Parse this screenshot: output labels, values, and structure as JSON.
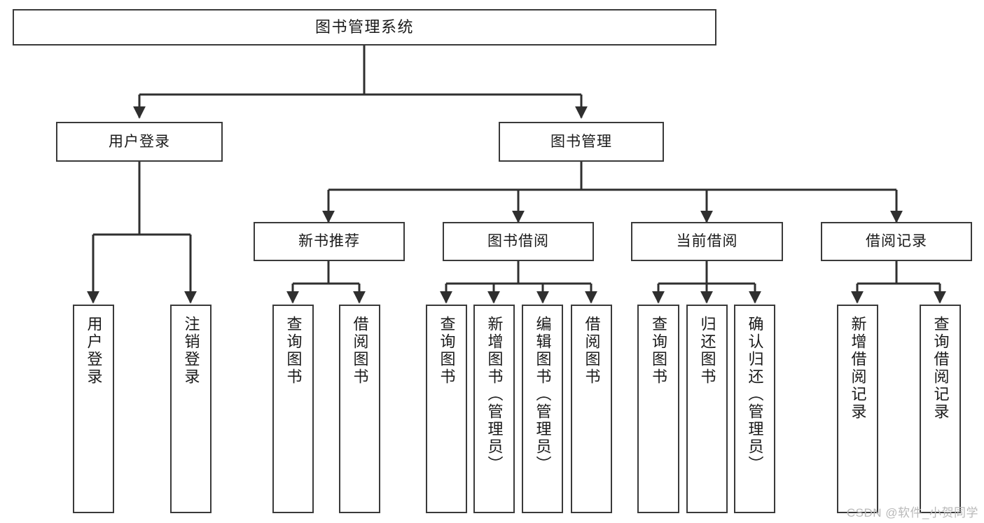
{
  "diagram": {
    "type": "tree-hierarchy",
    "title": "图书管理系统",
    "root": {
      "label": "图书管理系统"
    },
    "level2": [
      {
        "label": "用户登录"
      },
      {
        "label": "图书管理"
      }
    ],
    "level3": [
      {
        "label": "新书推荐"
      },
      {
        "label": "图书借阅"
      },
      {
        "label": "当前借阅"
      },
      {
        "label": "借阅记录"
      }
    ],
    "leaves": [
      {
        "label": "用户登录",
        "parent": "用户登录"
      },
      {
        "label": "注销登录",
        "parent": "用户登录"
      },
      {
        "label": "查询图书",
        "parent": "新书推荐"
      },
      {
        "label": "借阅图书",
        "parent": "新书推荐"
      },
      {
        "label": "查询图书",
        "parent": "图书借阅"
      },
      {
        "label": "新增图书（管理员）",
        "parent": "图书借阅"
      },
      {
        "label": "编辑图书（管理员）",
        "parent": "图书借阅"
      },
      {
        "label": "借阅图书",
        "parent": "图书借阅"
      },
      {
        "label": "查询图书",
        "parent": "当前借阅"
      },
      {
        "label": "归还图书",
        "parent": "当前借阅"
      },
      {
        "label": "确认归还（管理员）",
        "parent": "当前借阅"
      },
      {
        "label": "新增借阅记录",
        "parent": "借阅记录"
      },
      {
        "label": "查询借阅记录",
        "parent": "借阅记录"
      }
    ]
  },
  "watermark": {
    "text": "CSDN @软件_小贺同学"
  },
  "colors": {
    "stroke": "#3a3a3a",
    "background": "#ffffff",
    "text": "#1a1a1a",
    "watermark": "#b9b9b9"
  }
}
